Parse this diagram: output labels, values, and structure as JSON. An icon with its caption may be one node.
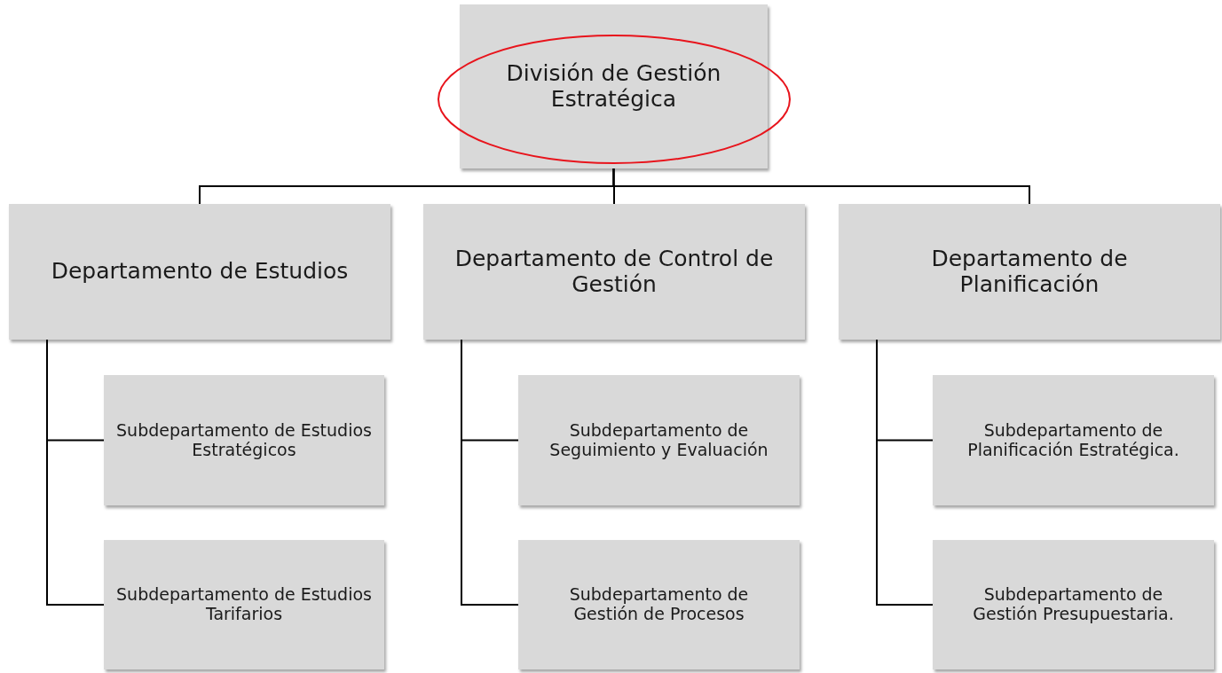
{
  "diagram": {
    "nodes": [
      {
        "text": [
          "División de Gestión Estratégica"
        ]
      },
      {
        "text": [
          "Departamento de Estudios"
        ]
      },
      {
        "text": [
          "Departamento de Control de Gestión"
        ]
      },
      {
        "text": [
          "Departamento de Planificación"
        ]
      },
      {
        "text": [
          "Subdepartamento de Estudios Estratégicos"
        ]
      },
      {
        "text": [
          "Subdepartamento de Estudios Tarifarios"
        ]
      },
      {
        "text": [
          "Subdepartamento de Seguimiento y Evaluación"
        ]
      },
      {
        "text": [
          "Subdepartamento de Gestión de Procesos"
        ]
      },
      {
        "text": [
          "Subdepartamento de Planificación Estratégica."
        ]
      },
      {
        "text": [
          "Subdepartamento de Gestión Presupuestaria."
        ]
      }
    ],
    "edges": [
      {
        "from": 0,
        "to": 1,
        "arrow": "none"
      },
      {
        "from": 0,
        "to": 2,
        "arrow": "none"
      },
      {
        "from": 0,
        "to": 3,
        "arrow": "none"
      },
      {
        "from": 1,
        "to": 4,
        "arrow": "none"
      },
      {
        "from": 1,
        "to": 5,
        "arrow": "none"
      },
      {
        "from": 2,
        "to": 6,
        "arrow": "none"
      },
      {
        "from": 2,
        "to": 7,
        "arrow": "none"
      },
      {
        "from": 3,
        "to": 8,
        "arrow": "none"
      },
      {
        "from": 3,
        "to": 9,
        "arrow": "none"
      }
    ]
  }
}
